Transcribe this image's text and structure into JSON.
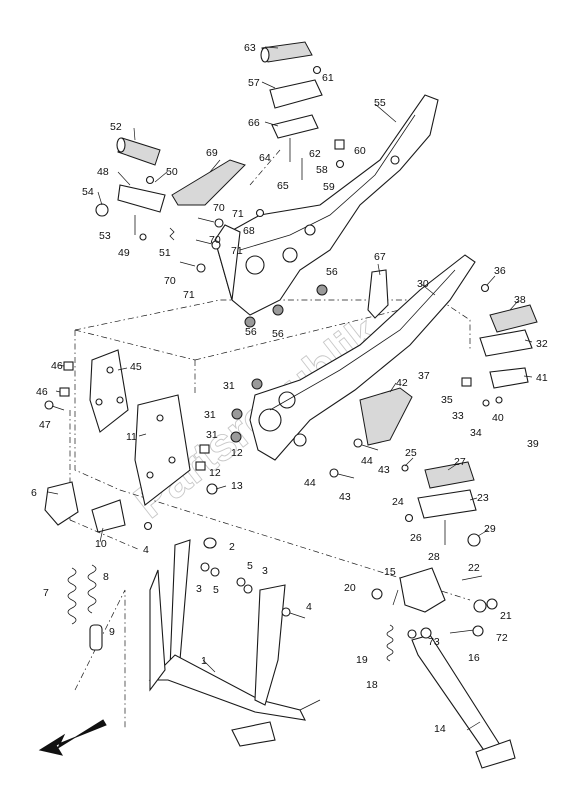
{
  "labels": {
    "p1": "1",
    "p2": "2",
    "p3": "3",
    "p3b": "3",
    "p4": "4",
    "p4b": "4",
    "p5": "5",
    "p5b": "5",
    "p6": "6",
    "p7": "7",
    "p8": "8",
    "p9": "9",
    "p10": "10",
    "p11": "11",
    "p12": "12",
    "p12b": "12",
    "p13": "13",
    "p14": "14",
    "p15": "15",
    "p16": "16",
    "p18": "18",
    "p19": "19",
    "p20": "20",
    "p21": "21",
    "p22": "22",
    "p23": "23",
    "p24": "24",
    "p25": "25",
    "p26": "26",
    "p27": "27",
    "p28": "28",
    "p29": "29",
    "p30": "30",
    "p31": "31",
    "p31b": "31",
    "p31c": "31",
    "p32": "32",
    "p33": "33",
    "p34": "34",
    "p35": "35",
    "p36": "36",
    "p37": "37",
    "p38": "38",
    "p39": "39",
    "p40": "40",
    "p41": "41",
    "p42": "42",
    "p43": "43",
    "p43b": "43",
    "p44": "44",
    "p44b": "44",
    "p45": "45",
    "p46": "46",
    "p46b": "46",
    "p47": "47",
    "p48": "48",
    "p49": "49",
    "p50": "50",
    "p51": "51",
    "p52": "52",
    "p53": "53",
    "p54": "54",
    "p55": "55",
    "p56": "56",
    "p56b": "56",
    "p56c": "56",
    "p57": "57",
    "p58": "58",
    "p59": "59",
    "p60": "60",
    "p61": "61",
    "p62": "62",
    "p63": "63",
    "p64": "64",
    "p65": "65",
    "p66": "66",
    "p67": "67",
    "p68": "68",
    "p69": "69",
    "p70": "70",
    "p70b": "70",
    "p70c": "70",
    "p71": "71",
    "p71b": "71",
    "p71c": "71",
    "p72": "72",
    "p73": "73"
  },
  "watermark": "Partsrepublik",
  "icons": {
    "direction": "arrow-down-left-icon"
  }
}
